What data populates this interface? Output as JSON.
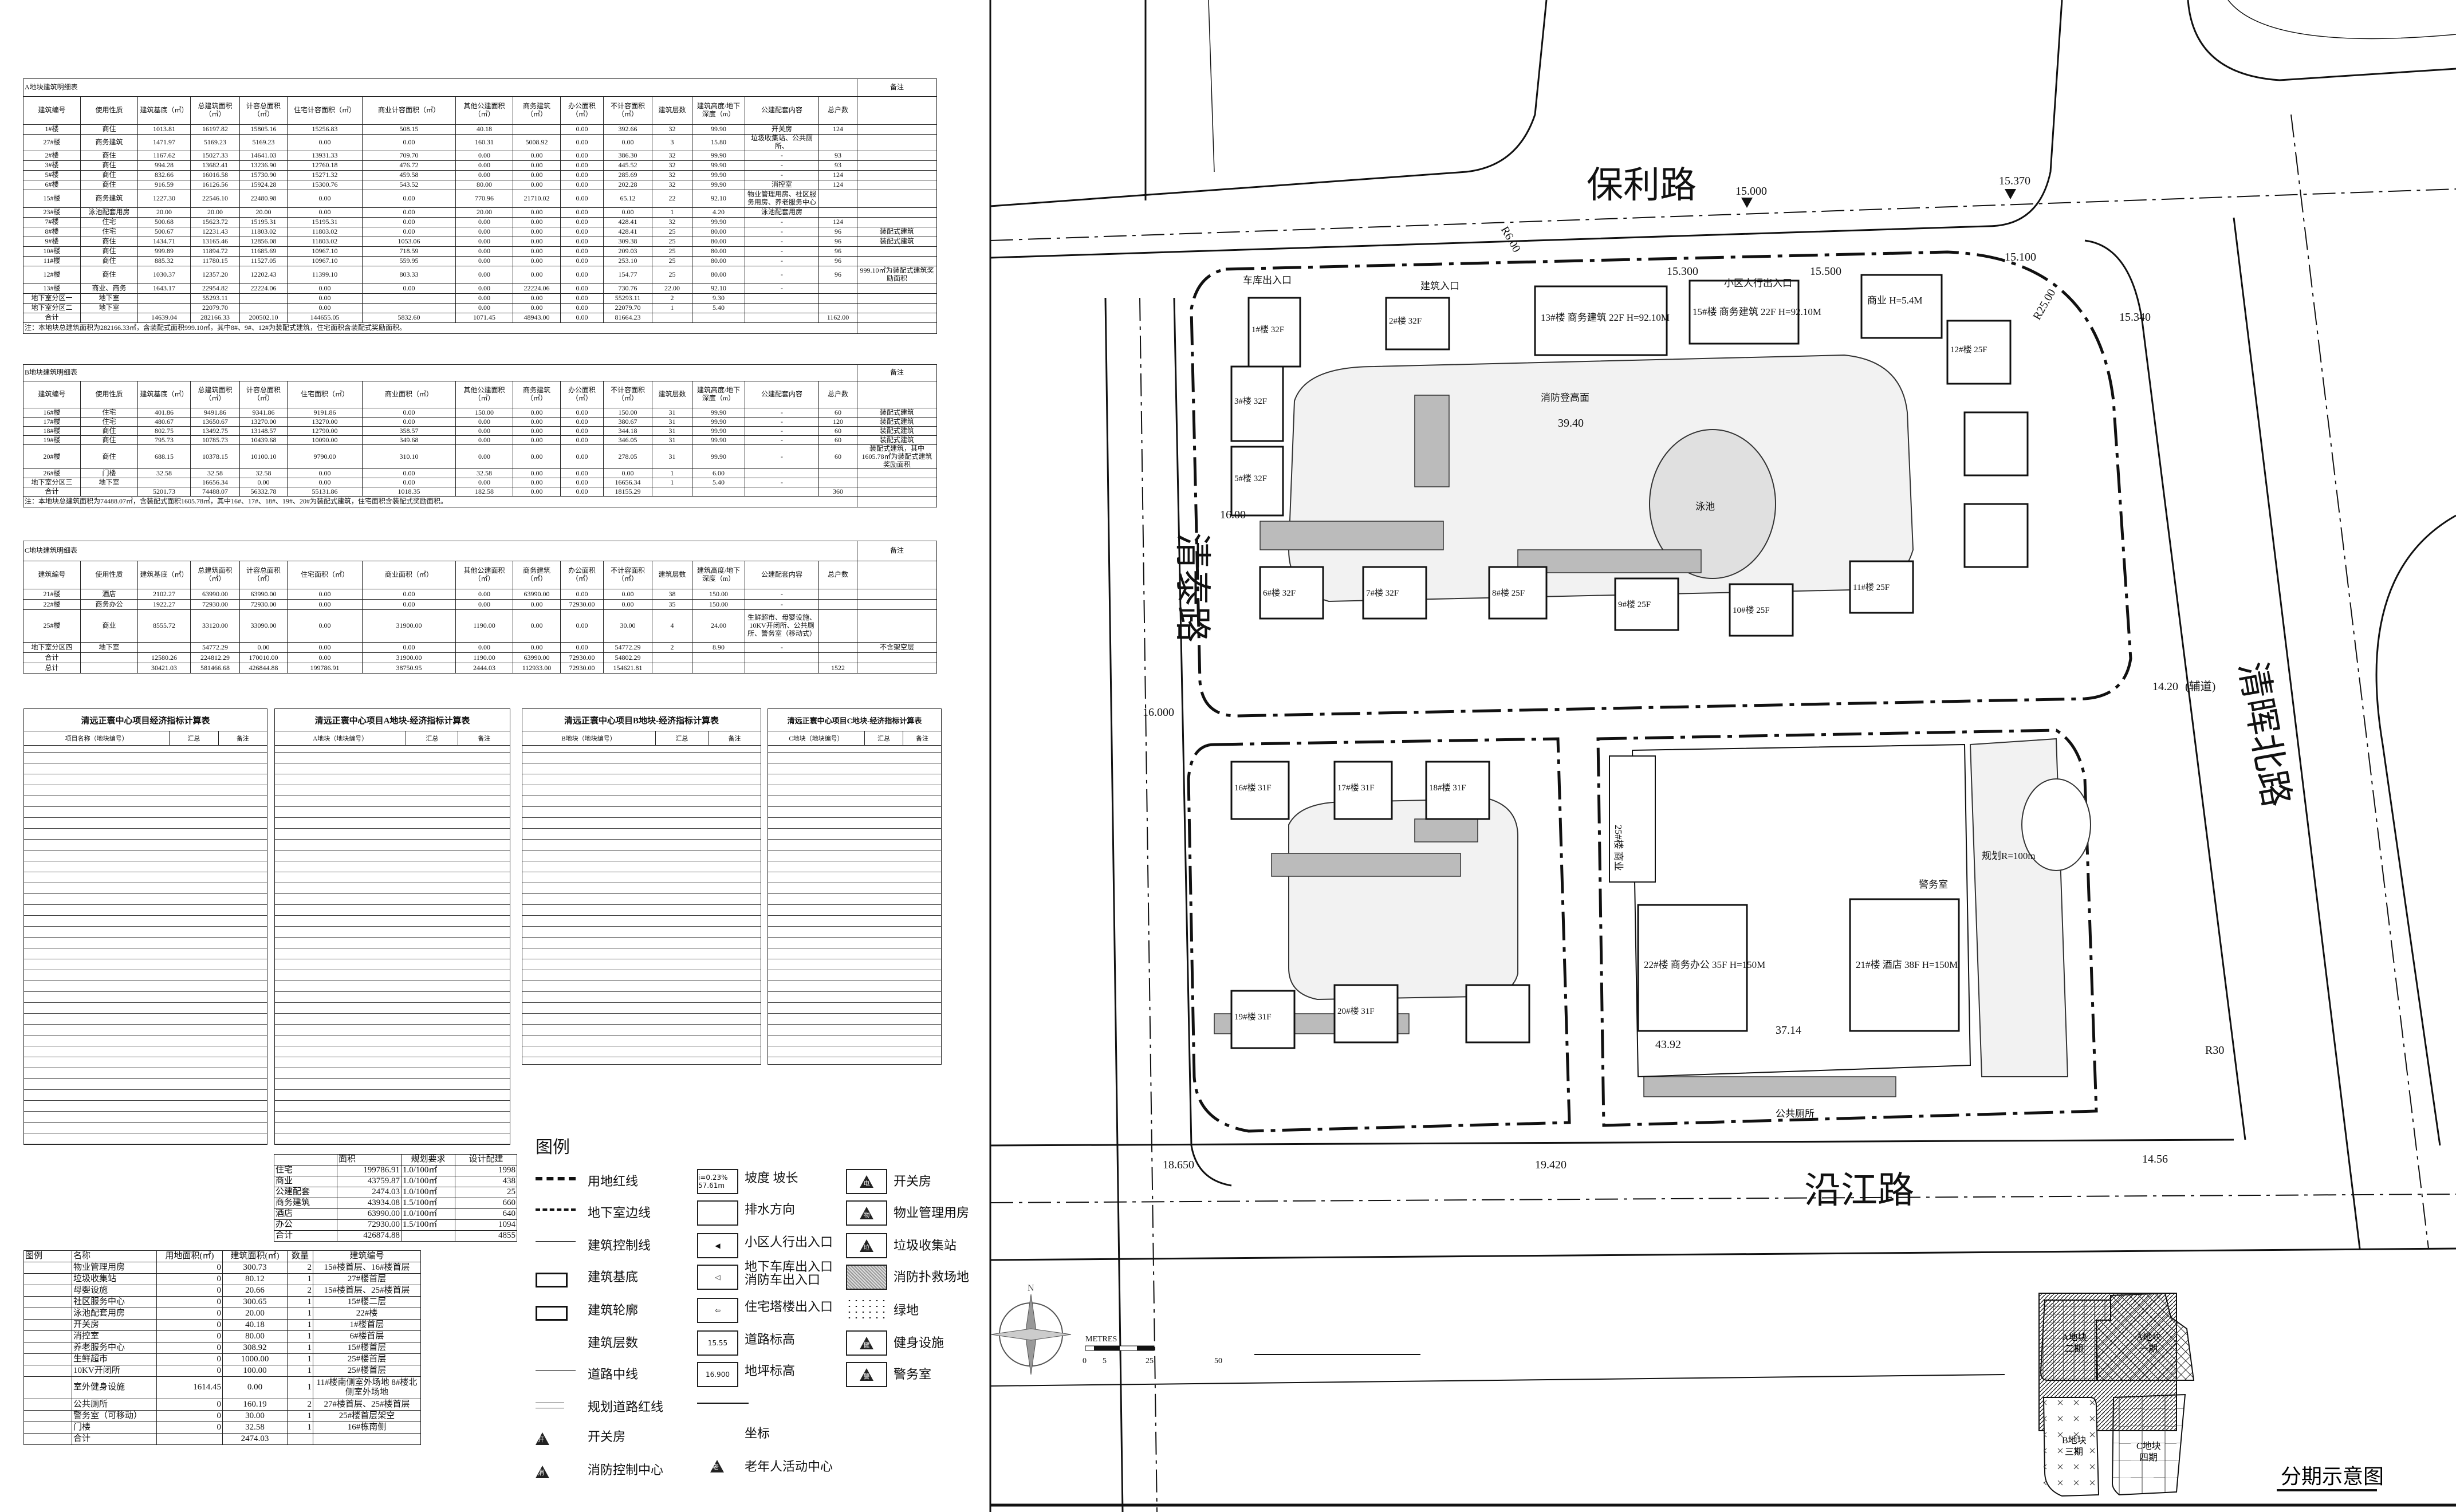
{
  "tables": {
    "A": {
      "title": "A地块建筑明细表",
      "remark_header": "备注",
      "headers": [
        "建筑编号",
        "使用性质",
        "建筑基底（㎡）",
        "总建筑面积（㎡）",
        "计容总面积（㎡）",
        "住宅计容面积（㎡）",
        "商业计容面积（㎡）",
        "其他公建面积（㎡）",
        "商务建筑（㎡）",
        "办公面积（㎡）",
        "不计容面积（㎡）",
        "建筑层数",
        "建筑高度/地下深度（m）",
        "公建配套内容",
        "总户数",
        ""
      ],
      "rows": [
        [
          "1#楼",
          "商住",
          "1013.81",
          "16197.82",
          "15805.16",
          "15256.83",
          "508.15",
          "40.18",
          "",
          "0.00",
          "392.66",
          "32",
          "99.90",
          "开关房",
          "124",
          ""
        ],
        [
          "27#楼",
          "商务建筑",
          "1471.97",
          "5169.23",
          "5169.23",
          "0.00",
          "0.00",
          "160.31",
          "5008.92",
          "0.00",
          "0.00",
          "3",
          "15.80",
          "垃圾收集站、公共厕所、",
          "",
          ""
        ],
        [
          "2#楼",
          "商住",
          "1167.62",
          "15027.33",
          "14641.03",
          "13931.33",
          "709.70",
          "0.00",
          "0.00",
          "0.00",
          "386.30",
          "32",
          "99.90",
          "-",
          "93",
          ""
        ],
        [
          "3#楼",
          "商住",
          "994.28",
          "13682.41",
          "13236.90",
          "12760.18",
          "476.72",
          "0.00",
          "0.00",
          "0.00",
          "445.52",
          "32",
          "99.90",
          "-",
          "93",
          ""
        ],
        [
          "5#楼",
          "商住",
          "832.66",
          "16016.58",
          "15730.90",
          "15271.32",
          "459.58",
          "0.00",
          "0.00",
          "0.00",
          "285.69",
          "32",
          "99.90",
          "-",
          "124",
          ""
        ],
        [
          "6#楼",
          "商住",
          "916.59",
          "16126.56",
          "15924.28",
          "15300.76",
          "543.52",
          "80.00",
          "0.00",
          "0.00",
          "202.28",
          "32",
          "99.90",
          "消控室",
          "124",
          ""
        ],
        [
          "15#楼",
          "商务建筑",
          "1227.30",
          "22546.10",
          "22480.98",
          "0.00",
          "0.00",
          "770.96",
          "21710.02",
          "0.00",
          "65.12",
          "22",
          "92.10",
          "物业管理用房、社区服务用房、养老服务中心",
          "",
          ""
        ],
        [
          "23#楼",
          "泳池配套用房",
          "20.00",
          "20.00",
          "20.00",
          "0.00",
          "0.00",
          "20.00",
          "0.00",
          "0.00",
          "0.00",
          "1",
          "4.20",
          "泳池配套用房",
          "",
          ""
        ],
        [
          "7#楼",
          "住宅",
          "500.68",
          "15623.72",
          "15195.31",
          "15195.31",
          "0.00",
          "0.00",
          "0.00",
          "0.00",
          "428.41",
          "32",
          "99.90",
          "-",
          "124",
          ""
        ],
        [
          "8#楼",
          "住宅",
          "500.67",
          "12231.43",
          "11803.02",
          "11803.02",
          "0.00",
          "0.00",
          "0.00",
          "0.00",
          "428.41",
          "25",
          "80.00",
          "-",
          "96",
          "装配式建筑"
        ],
        [
          "9#楼",
          "商住",
          "1434.71",
          "13165.46",
          "12856.08",
          "11803.02",
          "1053.06",
          "0.00",
          "0.00",
          "0.00",
          "309.38",
          "25",
          "80.00",
          "-",
          "96",
          "装配式建筑"
        ],
        [
          "10#楼",
          "商住",
          "999.89",
          "11894.72",
          "11685.69",
          "10967.10",
          "718.59",
          "0.00",
          "0.00",
          "0.00",
          "209.03",
          "25",
          "80.00",
          "-",
          "96",
          ""
        ],
        [
          "11#楼",
          "商住",
          "885.32",
          "11780.15",
          "11527.05",
          "10967.10",
          "559.95",
          "0.00",
          "0.00",
          "0.00",
          "253.10",
          "25",
          "80.00",
          "-",
          "96",
          ""
        ],
        [
          "12#楼",
          "商住",
          "1030.37",
          "12357.20",
          "12202.43",
          "11399.10",
          "803.33",
          "0.00",
          "0.00",
          "0.00",
          "154.77",
          "25",
          "80.00",
          "-",
          "96",
          "999.10㎡为装配式建筑奖励面积"
        ],
        [
          "13#楼",
          "商业、商务",
          "1643.17",
          "22954.82",
          "22224.06",
          "0.00",
          "0.00",
          "0.00",
          "22224.06",
          "0.00",
          "730.76",
          "22.00",
          "92.10",
          "-",
          "",
          ""
        ],
        [
          "地下室分区一",
          "地下室",
          "",
          "55293.11",
          "",
          "0.00",
          "",
          "0.00",
          "0.00",
          "0.00",
          "55293.11",
          "2",
          "9.30",
          "",
          "",
          ""
        ],
        [
          "地下室分区二",
          "地下室",
          "",
          "22079.70",
          "",
          "0.00",
          "",
          "0.00",
          "0.00",
          "0.00",
          "22079.70",
          "1",
          "5.40",
          "",
          "",
          ""
        ],
        [
          "合计",
          "",
          "14639.04",
          "282166.33",
          "200502.10",
          "144655.05",
          "5832.60",
          "1071.45",
          "48943.00",
          "0.00",
          "81664.23",
          "",
          "",
          "",
          "1162.00",
          ""
        ]
      ],
      "note": "注：本地块总建筑面积为282166.33㎡，含装配式面积999.10㎡，其中8#、9#、12#为装配式建筑，住宅面积含装配式奖励面积。"
    },
    "B": {
      "title": "B地块建筑明细表",
      "remark_header": "备注",
      "headers": [
        "建筑编号",
        "使用性质",
        "建筑基底（㎡）",
        "总建筑面积（㎡）",
        "计容总面积（㎡）",
        "住宅面积（㎡）",
        "商业面积（㎡）",
        "其他公建面积（㎡）",
        "商务建筑（㎡）",
        "办公面积（㎡）",
        "不计容面积（㎡）",
        "建筑层数",
        "建筑高度/地下深度（m）",
        "公建配套内容",
        "总户数",
        ""
      ],
      "rows": [
        [
          "16#楼",
          "住宅",
          "401.86",
          "9491.86",
          "9341.86",
          "9191.86",
          "0.00",
          "150.00",
          "0.00",
          "0.00",
          "150.00",
          "31",
          "99.90",
          "-",
          "60",
          "装配式建筑"
        ],
        [
          "17#楼",
          "住宅",
          "480.67",
          "13650.67",
          "13270.00",
          "13270.00",
          "0.00",
          "0.00",
          "0.00",
          "0.00",
          "380.67",
          "31",
          "99.90",
          "-",
          "120",
          "装配式建筑"
        ],
        [
          "18#楼",
          "商住",
          "802.75",
          "13492.75",
          "13148.57",
          "12790.00",
          "358.57",
          "0.00",
          "0.00",
          "0.00",
          "344.18",
          "31",
          "99.90",
          "-",
          "60",
          "装配式建筑"
        ],
        [
          "19#楼",
          "商住",
          "795.73",
          "10785.73",
          "10439.68",
          "10090.00",
          "349.68",
          "0.00",
          "0.00",
          "0.00",
          "346.05",
          "31",
          "99.90",
          "-",
          "60",
          "装配式建筑"
        ],
        [
          "20#楼",
          "商住",
          "688.15",
          "10378.15",
          "10100.10",
          "9790.00",
          "310.10",
          "0.00",
          "0.00",
          "0.00",
          "278.05",
          "31",
          "99.90",
          "-",
          "60",
          "装配式建筑，其中1605.78㎡为装配式建筑奖励面积"
        ],
        [
          "26#楼",
          "门楼",
          "32.58",
          "32.58",
          "32.58",
          "0.00",
          "0.00",
          "32.58",
          "0.00",
          "0.00",
          "0.00",
          "1",
          "6.00",
          "",
          "",
          ""
        ],
        [
          "地下室分区三",
          "地下室",
          "",
          "16656.34",
          "0.00",
          "0.00",
          "0.00",
          "0.00",
          "0.00",
          "0.00",
          "16656.34",
          "1",
          "5.40",
          "-",
          "",
          ""
        ],
        [
          "合计",
          "",
          "5201.73",
          "74488.07",
          "56332.78",
          "55131.86",
          "1018.35",
          "182.58",
          "0.00",
          "0.00",
          "18155.29",
          "",
          "",
          "",
          "360",
          ""
        ]
      ],
      "note": "注：本地块总建筑面积为74488.07㎡，含装配式面积1605.78㎡，其中16#、17#、18#、19#、20#为装配式建筑，住宅面积含装配式奖励面积。"
    },
    "C": {
      "title": "C地块建筑明细表",
      "remark_header": "备注",
      "headers": [
        "建筑编号",
        "使用性质",
        "建筑基底（㎡）",
        "总建筑面积（㎡）",
        "计容总面积（㎡）",
        "住宅面积（㎡）",
        "商业面积（㎡）",
        "其他公建面积（㎡）",
        "商务建筑（㎡）",
        "办公面积（㎡）",
        "不计容面积（㎡）",
        "建筑层数",
        "建筑高度/地下深度（m）",
        "公建配套内容",
        "总户数",
        ""
      ],
      "rows": [
        [
          "21#楼",
          "酒店",
          "2102.27",
          "63990.00",
          "63990.00",
          "0.00",
          "0.00",
          "0.00",
          "63990.00",
          "0.00",
          "0.00",
          "38",
          "150.00",
          "-",
          "",
          ""
        ],
        [
          "22#楼",
          "商务办公",
          "1922.27",
          "72930.00",
          "72930.00",
          "0.00",
          "0.00",
          "0.00",
          "0.00",
          "72930.00",
          "0.00",
          "35",
          "150.00",
          "-",
          "",
          ""
        ],
        [
          "25#楼",
          "商业",
          "8555.72",
          "33120.00",
          "33090.00",
          "0.00",
          "31900.00",
          "1190.00",
          "0.00",
          "0.00",
          "30.00",
          "4",
          "24.00",
          "生鲜超市、母婴设施、10KV开闭所、公共厕所、警务室（移动式）",
          "",
          ""
        ],
        [
          "地下室分区四",
          "地下室",
          "",
          "54772.29",
          "0.00",
          "0.00",
          "0.00",
          "0.00",
          "0.00",
          "0.00",
          "54772.29",
          "2",
          "8.90",
          "-",
          "",
          "不含架空层"
        ],
        [
          "合计",
          "",
          "12580.26",
          "224812.29",
          "170010.00",
          "0.00",
          "31900.00",
          "1190.00",
          "63990.00",
          "72930.00",
          "54802.29",
          "",
          "",
          "",
          "",
          ""
        ],
        [
          "总计",
          "",
          "30421.03",
          "581466.68",
          "426844.88",
          "199786.91",
          "38750.95",
          "2444.03",
          "112933.00",
          "72930.00",
          "154621.81",
          "",
          "",
          "",
          "1522",
          ""
        ]
      ]
    }
  },
  "eco_tables": [
    {
      "title": "清远正寰中心项目经济指标计算表",
      "headers": [
        "项目名称（地块编号）",
        "汇总",
        "备注"
      ]
    },
    {
      "title": "清远正寰中心项目A地块-经济指标计算表",
      "headers": [
        "A地块（地块编号）",
        "汇总",
        "备注"
      ]
    },
    {
      "title": "清远正寰中心项目B地块-经济指标计算表",
      "headers": [
        "B地块（地块编号）",
        "汇总",
        "备注"
      ]
    },
    {
      "title": "清远正寰中心项目C地块-经济指标计算表",
      "headers": [
        "C地块（地块编号）",
        "汇总",
        "备注"
      ]
    }
  ],
  "parking": {
    "headers": [
      "",
      "面积",
      "规划要求",
      "设计配建"
    ],
    "rows": [
      [
        "住宅",
        "199786.91",
        "1.0/100㎡",
        "1998"
      ],
      [
        "商业",
        "43759.87",
        "1.0/100㎡",
        "438"
      ],
      [
        "公建配套",
        "2474.03",
        "1.0/100㎡",
        "25"
      ],
      [
        "商务建筑",
        "43934.08",
        "1.5/100㎡",
        "660"
      ],
      [
        "酒店",
        "63990.00",
        "1.0/100㎡",
        "640"
      ],
      [
        "办公",
        "72930.00",
        "1.5/100㎡",
        "1094"
      ],
      [
        "合计",
        "426874.88",
        "",
        "4855"
      ]
    ]
  },
  "facilities": {
    "headers": [
      "图例",
      "名称",
      "用地面积(㎡)",
      "建筑面积(㎡)",
      "数量",
      "建筑编号"
    ],
    "rows": [
      [
        "",
        "物业管理用房",
        "0",
        "300.73",
        "2",
        "15#楼首层、16#楼首层"
      ],
      [
        "",
        "垃圾收集站",
        "0",
        "80.12",
        "1",
        "27#楼首层"
      ],
      [
        "",
        "母婴设施",
        "0",
        "20.66",
        "2",
        "15#楼首层、25#楼首层"
      ],
      [
        "",
        "社区服务中心",
        "0",
        "300.65",
        "1",
        "15#楼二层"
      ],
      [
        "",
        "泳池配套用房",
        "0",
        "20.00",
        "1",
        "22#楼"
      ],
      [
        "",
        "开关房",
        "0",
        "40.18",
        "1",
        "1#楼首层"
      ],
      [
        "",
        "消控室",
        "0",
        "80.00",
        "1",
        "6#楼首层"
      ],
      [
        "",
        "养老服务中心",
        "0",
        "308.92",
        "1",
        "15#楼首层"
      ],
      [
        "",
        "生鲜超市",
        "0",
        "1000.00",
        "1",
        "25#楼首层"
      ],
      [
        "",
        "10KV开闭所",
        "0",
        "100.00",
        "1",
        "25#楼首层"
      ],
      [
        "",
        "室外健身设施",
        "1614.45",
        "0.00",
        "1",
        "11#楼南侧室外场地 8#楼北侧室外场地"
      ],
      [
        "",
        "公共厕所",
        "0",
        "160.19",
        "2",
        "27#楼首层、25#楼首层"
      ],
      [
        "",
        "警务室（可移动）",
        "0",
        "30.00",
        "1",
        "25#楼首层架空"
      ],
      [
        "",
        "门楼",
        "0",
        "32.58",
        "1",
        "16#栋南侧"
      ],
      [
        "",
        "合计",
        "",
        "2474.03",
        "",
        ""
      ]
    ]
  },
  "legend": {
    "title": "图例",
    "col1": [
      "用地红线",
      "地下室边线",
      "建筑控制线",
      "建筑基底",
      "建筑轮廓",
      "建筑层数",
      "道路中线",
      "规划道路红线",
      "开关房",
      "消防控制中心"
    ],
    "col2": [
      "坡度 坡长",
      "排水方向",
      "小区人行出入口",
      "地下车库出入口 消防车出入口",
      "住宅塔楼出入口",
      "道路标高",
      "地坪标高",
      "",
      "坐标",
      "老年人活动中心"
    ],
    "col2_box": [
      "i=0.23% 57.61m",
      "",
      "◀",
      "◁",
      "⇦",
      "15.55",
      "16.900"
    ],
    "col3": [
      "开关房",
      "物业管理用房",
      "垃圾收集站",
      "消防扑救场地",
      "绿地",
      "健身设施",
      "警务室"
    ],
    "col3_glyph": [
      "电",
      "物",
      "垃",
      "",
      "",
      "健",
      "警"
    ],
    "tri1": [
      "开",
      "消"
    ],
    "tri2": "老"
  },
  "site": {
    "roads": {
      "north": "保利路",
      "west": "清泰路",
      "east": "清晖北路",
      "south": "沿江路",
      "east_aux": "(辅道)"
    },
    "elevations": [
      "15.000",
      "15.370",
      "15.100",
      "15.300",
      "15.500",
      "16.00",
      "14.20",
      "16.000",
      "18.650",
      "19.420",
      "14.56",
      "15.340"
    ],
    "labels": [
      "13#楼 商务建筑 22F H=92.10M",
      "15#楼 商务建筑 22F H=92.10M",
      "商业 H=5.4M",
      "车库出入口",
      "建筑入口",
      "小区人行出入口",
      "消防登高面",
      "泳池",
      "21#楼 酒店 38F H=150M",
      "22#楼 商务办公 35F H=150M",
      "25#楼 商业",
      "警务室",
      "公共厕所",
      "规划R=100m"
    ],
    "towers_A": [
      "1#楼 32F",
      "2#楼 32F",
      "3#楼 32F",
      "5#楼 32F",
      "6#楼 32F",
      "7#楼 32F",
      "8#楼 25F",
      "9#楼 25F",
      "10#楼 25F",
      "11#楼 25F",
      "12#楼 25F"
    ],
    "towers_B": [
      "16#楼 31F",
      "17#楼 31F",
      "18#楼 31F",
      "19#楼 31F",
      "20#楼 31F"
    ],
    "dims": [
      "39.40",
      "37.14",
      "43.92",
      "R30",
      "R25.00",
      "R6.00"
    ],
    "scale": {
      "label": "METRES",
      "ticks": [
        "0",
        "5",
        "25",
        "50"
      ]
    },
    "north": "N"
  },
  "phase": {
    "title": "分期示意图",
    "areas": [
      {
        "block": "A地块",
        "phase": "二期"
      },
      {
        "block": "A地块",
        "phase": "一期"
      },
      {
        "block": "B地块",
        "phase": "三期"
      },
      {
        "block": "C地块",
        "phase": "四期"
      }
    ]
  }
}
